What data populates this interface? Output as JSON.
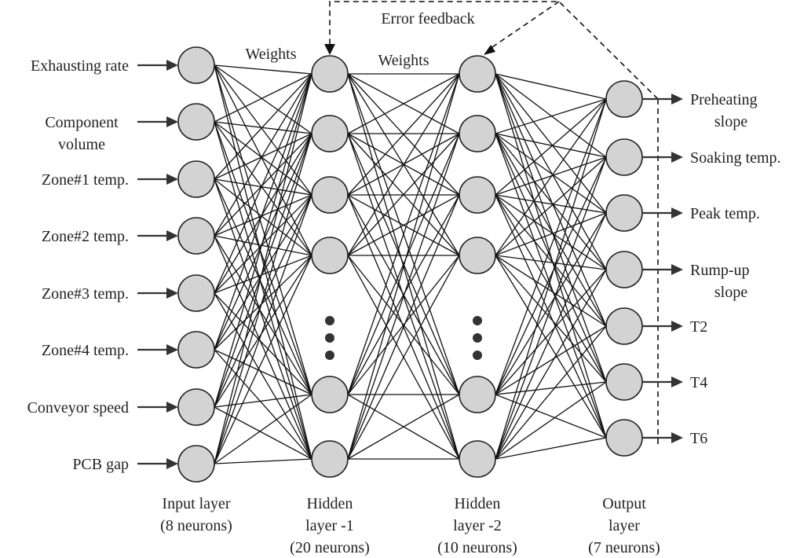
{
  "diagram": {
    "type": "feedforward-neural-network",
    "colors": {
      "neuron_fill": "#d3d3d3",
      "neuron_stroke": "#222222",
      "edge": "#111111",
      "text": "#222222",
      "background": "#ffffff"
    },
    "annotations": {
      "weights_1": "Weights",
      "weights_2": "Weights",
      "error_feedback": "Error feedback"
    },
    "layers": [
      {
        "id": "input",
        "caption": [
          "Input layer",
          "(8 neurons)"
        ],
        "neuron_count": 8,
        "drawn_neurons": 8,
        "ellipsis": false
      },
      {
        "id": "hidden1",
        "caption": [
          "Hidden",
          "layer -1",
          "(20 neurons)"
        ],
        "neuron_count": 20,
        "drawn_neurons": 6,
        "ellipsis": true
      },
      {
        "id": "hidden2",
        "caption": [
          "Hidden",
          "layer -2",
          "(10 neurons)"
        ],
        "neuron_count": 10,
        "drawn_neurons": 6,
        "ellipsis": true
      },
      {
        "id": "output",
        "caption": [
          "Output",
          "layer",
          "(7 neurons)"
        ],
        "neuron_count": 7,
        "drawn_neurons": 7,
        "ellipsis": false
      }
    ],
    "inputs": [
      [
        "Exhausting rate"
      ],
      [
        "Component",
        "volume"
      ],
      [
        "Zone#1 temp."
      ],
      [
        "Zone#2 temp."
      ],
      [
        "Zone#3 temp."
      ],
      [
        "Zone#4 temp."
      ],
      [
        "Conveyor speed"
      ],
      [
        "PCB gap"
      ]
    ],
    "outputs": [
      [
        "Preheating",
        "slope"
      ],
      [
        "Soaking temp."
      ],
      [
        "Peak temp."
      ],
      [
        "Rump-up",
        "slope"
      ],
      [
        "T2"
      ],
      [
        "T4"
      ],
      [
        "T6"
      ]
    ]
  }
}
